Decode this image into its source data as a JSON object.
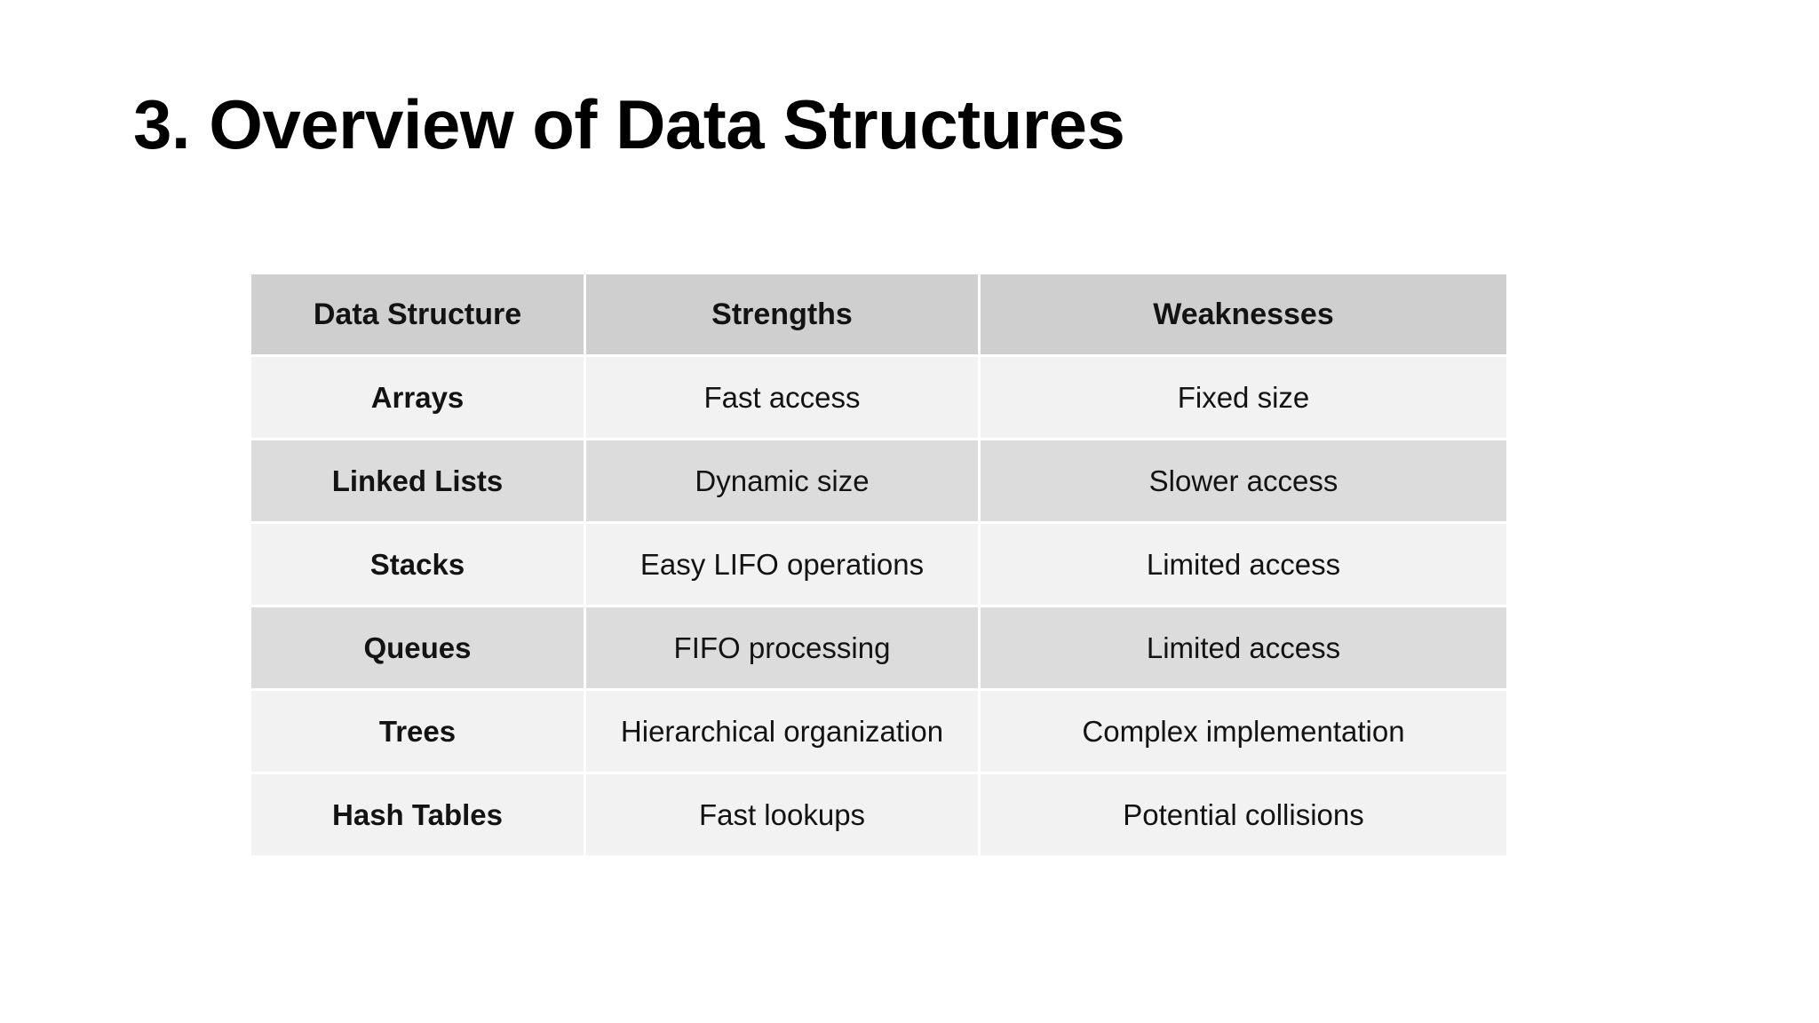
{
  "slide": {
    "title": "3. Overview of Data Structures",
    "background_color": "#ffffff",
    "text_color": "#000000"
  },
  "table": {
    "header_background": "#cfcfcf",
    "row_light_background": "#f2f2f2",
    "row_dark_background": "#dcdcdc",
    "columns": [
      {
        "key": "structure",
        "label": "Data Structure"
      },
      {
        "key": "strengths",
        "label": "Strengths"
      },
      {
        "key": "weaknesses",
        "label": "Weaknesses"
      }
    ],
    "rows": [
      {
        "structure": "Arrays",
        "strengths": "Fast access",
        "weaknesses": "Fixed size",
        "shade": "light"
      },
      {
        "structure": "Linked Lists",
        "strengths": "Dynamic size",
        "weaknesses": "Slower access",
        "shade": "dark"
      },
      {
        "structure": "Stacks",
        "strengths": "Easy LIFO operations",
        "weaknesses": "Limited access",
        "shade": "light"
      },
      {
        "structure": "Queues",
        "strengths": "FIFO processing",
        "weaknesses": "Limited access",
        "shade": "dark"
      },
      {
        "structure": "Trees",
        "strengths": "Hierarchical organization",
        "weaknesses": "Complex implementation",
        "shade": "light"
      },
      {
        "structure": "Hash Tables",
        "strengths": "Fast lookups",
        "weaknesses": "Potential collisions",
        "shade": "light"
      }
    ]
  }
}
